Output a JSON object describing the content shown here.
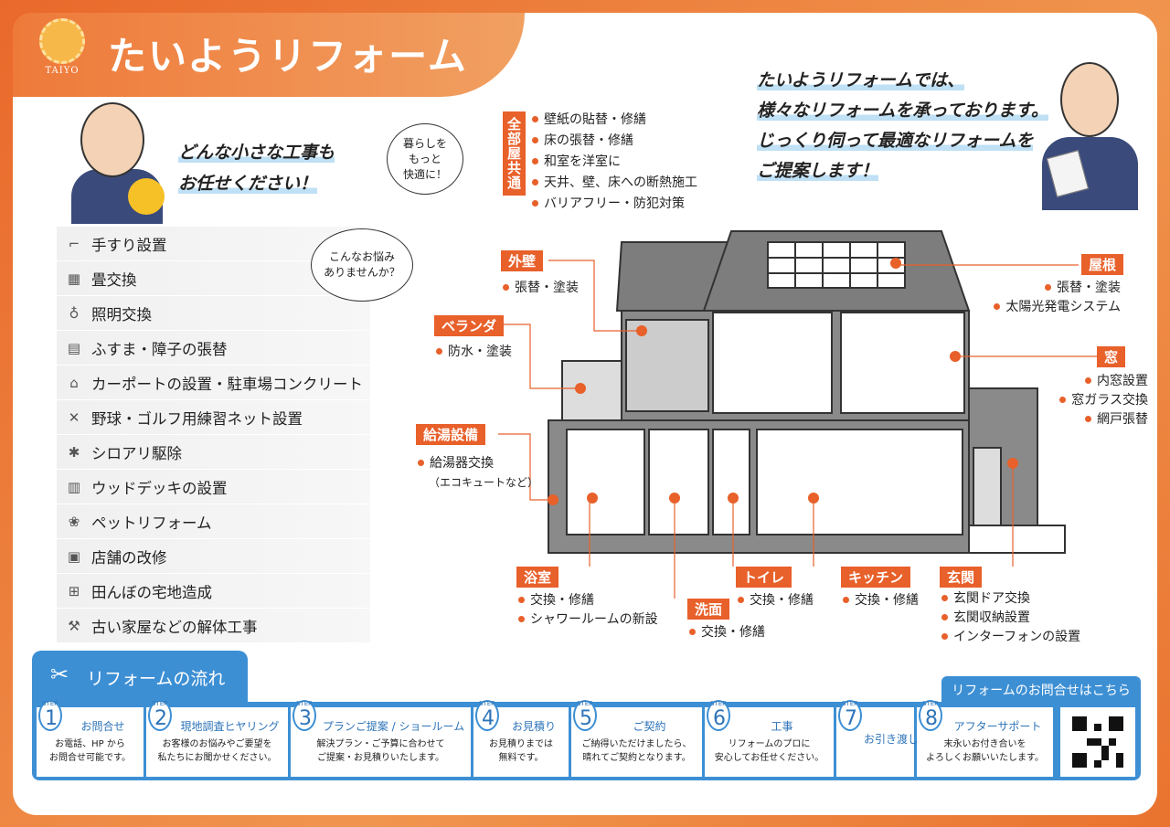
{
  "brand": {
    "title": "たいようリフォーム",
    "logo_text": "TAIYO"
  },
  "left_catch": [
    "どんな小さな工事も",
    "お任せください！"
  ],
  "right_catch": [
    "たいようリフォームでは、",
    "様々なリフォームを承っております。",
    "じっくり伺って最適なリフォームを",
    "ご提案します！"
  ],
  "bubbles": {
    "comfort": [
      "暮らしを",
      "もっと",
      "快適に！"
    ],
    "worry": [
      "こんなお悩み",
      "ありませんか？"
    ]
  },
  "services": [
    {
      "icon": "stairs-icon",
      "glyph": "⌐",
      "label": "手すり設置"
    },
    {
      "icon": "tatami-icon",
      "glyph": "▦",
      "label": "畳交換"
    },
    {
      "icon": "lamp-icon",
      "glyph": "♁",
      "label": "照明交換"
    },
    {
      "icon": "sliding-door-icon",
      "glyph": "▤",
      "label": "ふすま・障子の張替"
    },
    {
      "icon": "carport-icon",
      "glyph": "⌂",
      "label": "カーポートの設置・駐車場コンクリート"
    },
    {
      "icon": "golf-icon",
      "glyph": "✕",
      "label": "野球・ゴルフ用練習ネット設置"
    },
    {
      "icon": "termite-icon",
      "glyph": "✱",
      "label": "シロアリ駆除"
    },
    {
      "icon": "deck-icon",
      "glyph": "▥",
      "label": "ウッドデッキの設置"
    },
    {
      "icon": "paw-icon",
      "glyph": "❀",
      "label": "ペットリフォーム"
    },
    {
      "icon": "shop-icon",
      "glyph": "▣",
      "label": "店舗の改修"
    },
    {
      "icon": "field-icon",
      "glyph": "⊞",
      "label": "田んぼの宅地造成"
    },
    {
      "icon": "demolition-icon",
      "glyph": "⚒",
      "label": "古い家屋などの解体工事"
    }
  ],
  "callouts": {
    "all_rooms": {
      "label": "全部屋共通",
      "items": [
        "壁紙の貼替・修繕",
        "床の張替・修繕",
        "和室を洋室に",
        "天井、壁、床への断熱施工",
        "バリアフリー・防犯対策"
      ]
    },
    "exterior": {
      "label": "外壁",
      "items": [
        "張替・塗装"
      ]
    },
    "veranda": {
      "label": "ベランダ",
      "items": [
        "防水・塗装"
      ]
    },
    "water_heater": {
      "label": "給湯設備",
      "items": [
        "給湯器交換"
      ],
      "note": "（エコキュートなど）"
    },
    "roof": {
      "label": "屋根",
      "items": [
        "張替・塗装",
        "太陽光発電システム"
      ]
    },
    "window": {
      "label": "窓",
      "items": [
        "内窓設置",
        "窓ガラス交換",
        "網戸張替"
      ]
    },
    "bath": {
      "label": "浴室",
      "items": [
        "交換・修繕",
        "シャワールームの新設"
      ]
    },
    "washroom": {
      "label": "洗面",
      "items": [
        "交換・修繕"
      ]
    },
    "toilet": {
      "label": "トイレ",
      "items": [
        "交換・修繕"
      ]
    },
    "kitchen": {
      "label": "キッチン",
      "items": [
        "交換・修繕"
      ]
    },
    "entrance": {
      "label": "玄関",
      "items": [
        "玄関ドア交換",
        "玄関収納設置",
        "インターフォンの設置"
      ]
    }
  },
  "flow": {
    "title": "リフォームの流れ",
    "step_word": "STEP",
    "contact": "リフォームのお問合せはこちら",
    "steps": [
      {
        "no": "1",
        "title": "お問合せ",
        "desc": [
          "お電話、HP から",
          "お問合せ可能です。"
        ]
      },
      {
        "no": "2",
        "title": "現地調査ヒヤリング",
        "desc": [
          "お客様のお悩みやご要望を",
          "私たちにお聞かせください。"
        ]
      },
      {
        "no": "3",
        "title": "プランご提案 / ショールーム",
        "desc": [
          "解決プラン・ご予算に合わせて",
          "ご提案・お見積りいたします。"
        ]
      },
      {
        "no": "4",
        "title": "お見積り",
        "desc": [
          "お見積りまでは",
          "無料です。"
        ]
      },
      {
        "no": "5",
        "title": "ご契約",
        "desc": [
          "ご納得いただけましたら、",
          "晴れてご契約となります。"
        ]
      },
      {
        "no": "6",
        "title": "工事",
        "desc": [
          "リフォームのプロに",
          "安心してお任せください。"
        ]
      },
      {
        "no": "7",
        "title": "お引き渡し",
        "desc": [
          "",
          ""
        ]
      },
      {
        "no": "8",
        "title": "アフターサポート",
        "desc": [
          "末永いお付き合いを",
          "よろしくお願いいたします。"
        ]
      }
    ]
  },
  "colors": {
    "accent": "#e8602a",
    "blue": "#3d8fd4"
  }
}
